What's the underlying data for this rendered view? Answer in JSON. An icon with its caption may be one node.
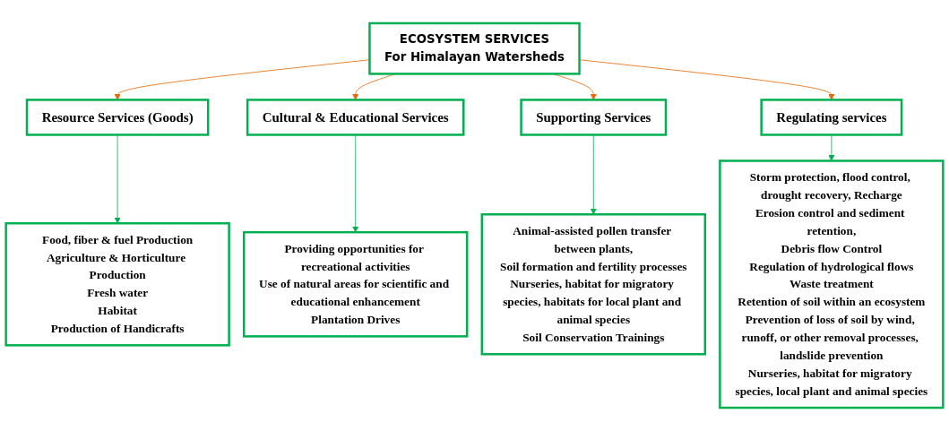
{
  "diagram": {
    "nodes": [
      {
        "text": [
          "ECOSYSTEM SERVICES",
          "For Himalayan Watersheds"
        ]
      },
      {
        "text": [
          "Resource Services (Goods)"
        ]
      },
      {
        "text": [
          "Cultural & Educational Services"
        ]
      },
      {
        "text": [
          "Supporting Services"
        ]
      },
      {
        "text": [
          "Regulating services"
        ]
      },
      {
        "text": [
          "Food, fiber & fuel Production",
          "Agriculture & Horticulture Production",
          "Fresh water",
          "Habitat",
          "Production of Handicrafts"
        ]
      },
      {
        "text": [
          "Providing opportunities for recreational activities",
          "Use of natural areas for scientific and educational enhancement",
          "Plantation Drives"
        ]
      },
      {
        "text": [
          "Animal-assisted pollen transfer between plants,",
          "Soil formation and fertility processes",
          "Nurseries, habitat for migratory species, habitats for local plant and animal species",
          "Soil Conservation Trainings"
        ]
      },
      {
        "text": [
          "Storm protection, flood control, drought recovery, Recharge",
          "Erosion control and sediment retention,",
          "Debris flow Control",
          "Regulation of hydrological flows",
          "Waste treatment",
          "Retention of soil within an ecosystem",
          "Prevention of loss of soil by wind, runoff, or other removal processes, landslide prevention",
          "Nurseries, habitat for migratory species, local plant and animal species"
        ]
      }
    ],
    "edges": [
      {
        "from": 0,
        "to": 1,
        "arrow": "to",
        "color": "#e36c0a"
      },
      {
        "from": 0,
        "to": 2,
        "arrow": "to",
        "color": "#e36c0a"
      },
      {
        "from": 0,
        "to": 3,
        "arrow": "to",
        "color": "#e36c0a"
      },
      {
        "from": 0,
        "to": 4,
        "arrow": "to",
        "color": "#e36c0a"
      },
      {
        "from": 1,
        "to": 5,
        "arrow": "to",
        "color": "#00b050"
      },
      {
        "from": 2,
        "to": 6,
        "arrow": "to",
        "color": "#00b050"
      },
      {
        "from": 3,
        "to": 7,
        "arrow": "to",
        "color": "#00b050"
      },
      {
        "from": 4,
        "to": 8,
        "arrow": "to",
        "color": "#00b050"
      }
    ]
  }
}
